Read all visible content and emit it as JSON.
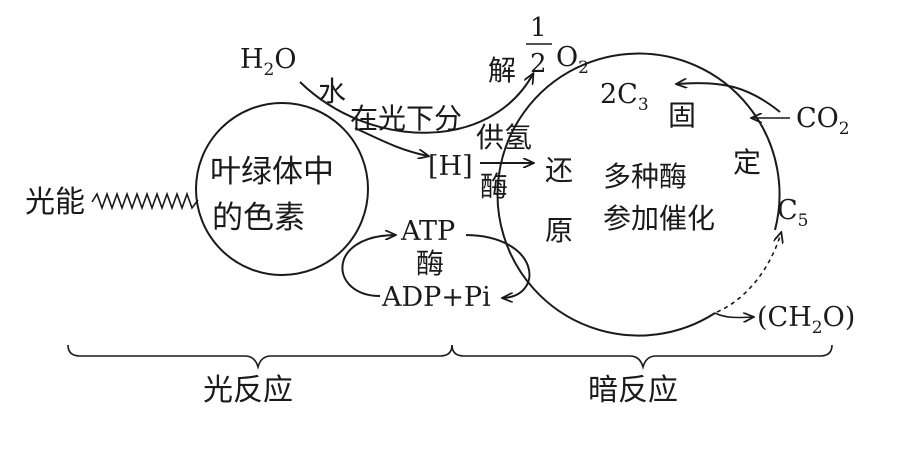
{
  "light_energy": "光能",
  "chloroplast": {
    "line1": "叶绿体中",
    "line2": "的色素"
  },
  "water": {
    "H": "H",
    "sub": "2",
    "O": "O"
  },
  "photolysis": {
    "c1": "水",
    "c2": "在光下分",
    "c3": "解"
  },
  "oxygen": {
    "num": "1",
    "den": "2",
    "O": "O",
    "sub": "2"
  },
  "hydrogen": "[H]",
  "hydrogen_supply": {
    "c1": "供氢",
    "c2": "酶"
  },
  "atp": "ATP",
  "enzyme": "酶",
  "adp_pi": "ADP+Pi",
  "reduction": {
    "c1": "还",
    "c2": "原"
  },
  "enzymes_center": {
    "line1": "多种酶",
    "line2": "参加催化"
  },
  "c3": {
    "pre": "2C",
    "sub": "3"
  },
  "fixation": {
    "c1": "固",
    "c2": "定"
  },
  "co2": {
    "pre": "CO",
    "sub": "2"
  },
  "c5": {
    "pre": "C",
    "sub": "5"
  },
  "ch2o": {
    "pre": "(CH",
    "sub": "2",
    "post": "O)"
  },
  "light_reaction": "光反应",
  "dark_reaction": "暗反应",
  "colors": {
    "ink": "#1a1a1a",
    "paper": "#ffffff"
  }
}
